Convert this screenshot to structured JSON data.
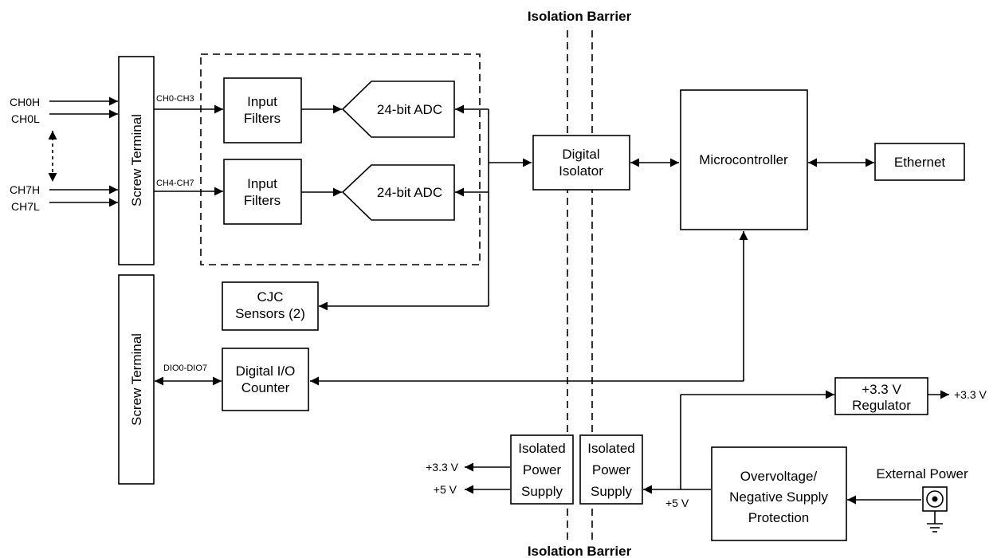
{
  "isolation_barrier": "Isolation Barrier",
  "screw_terminal": "Screw Terminal",
  "inputs": {
    "ch0h": "CH0H",
    "ch0l": "CH0L",
    "ch7h": "CH7H",
    "ch7l": "CH7L"
  },
  "buses": {
    "ch0_ch3": "CH0-CH3",
    "ch4_ch7": "CH4-CH7",
    "dio": "DIO0-DIO7"
  },
  "input_filters": {
    "line1": "Input",
    "line2": "Filters"
  },
  "adc": "24-bit ADC",
  "cjc": {
    "line1": "CJC",
    "line2": "Sensors (2)"
  },
  "digital_io": {
    "line1": "Digital I/O",
    "line2": "Counter"
  },
  "digital_isolator": {
    "line1": "Digital",
    "line2": "Isolator"
  },
  "microcontroller": "Microcontroller",
  "ethernet": "Ethernet",
  "regulator": {
    "line1": "+3.3 V",
    "line2": "Regulator"
  },
  "isolated_power": {
    "line1": "Isolated",
    "line2": "Power",
    "line3": "Supply"
  },
  "protection": {
    "line1": "Overvoltage/",
    "line2": "Negative Supply",
    "line3": "Protection"
  },
  "external_power": "External Power",
  "rails": {
    "v33": "+3.3 V",
    "v5": "+5 V"
  }
}
